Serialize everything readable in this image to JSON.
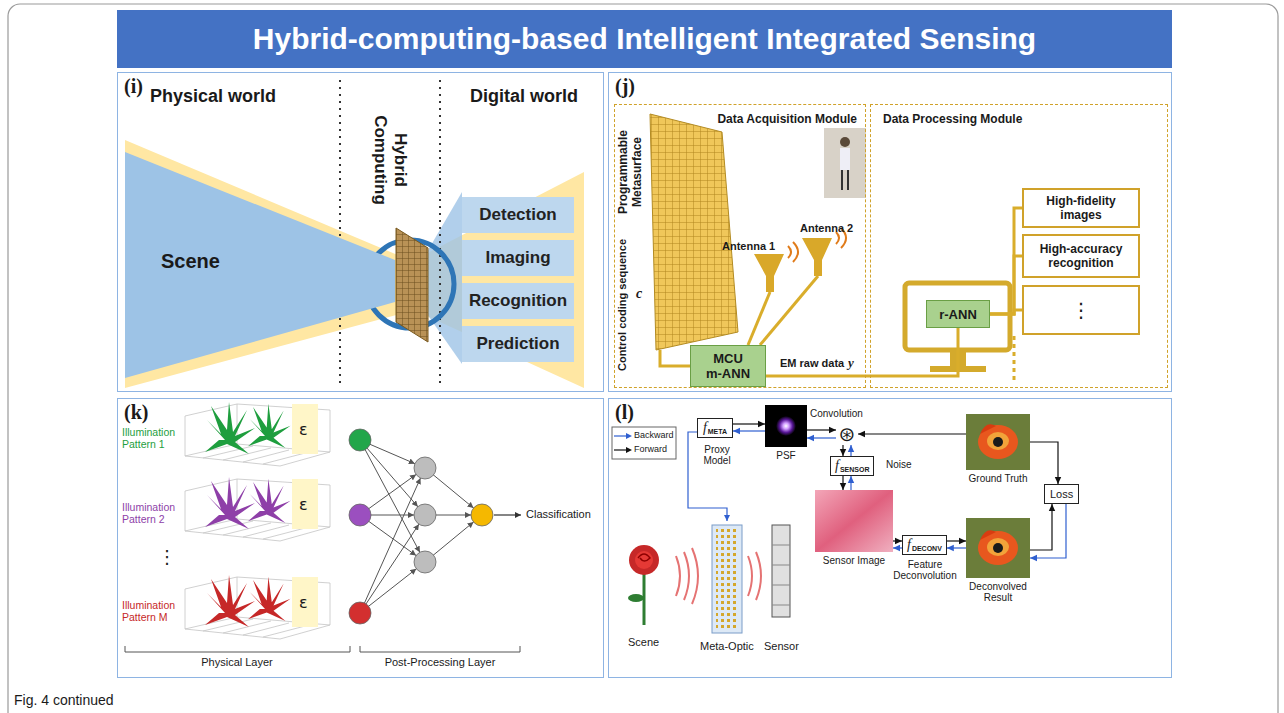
{
  "diagram": {
    "title": "Hybrid-computing-based Intelligent Integrated Sensing",
    "caption": "Fig. 4 continued",
    "nodes": [
      {
        "text": [
          "(i)"
        ]
      },
      {
        "text": [
          "Scene"
        ],
        "in": 0
      },
      {
        "text": [
          "Detection"
        ],
        "in": 0
      },
      {
        "text": [
          "Imaging"
        ],
        "in": 0
      },
      {
        "text": [
          "Recognition"
        ],
        "in": 0
      },
      {
        "text": [
          "Prediction"
        ],
        "in": 0
      },
      {
        "text": [
          "(j)"
        ]
      },
      {
        "text": [
          "Data Acquisition Module"
        ],
        "in": 6
      },
      {
        "text": [
          "Programmable Metasurface"
        ],
        "in": 7
      },
      {
        "text": [
          "MCU",
          "m-ANN"
        ],
        "in": 7
      },
      {
        "text": [
          "Data Processing Module"
        ],
        "in": 6
      },
      {
        "text": [
          "r-ANN"
        ],
        "in": 10
      },
      {
        "text": [
          "High-fidelity images"
        ],
        "in": 10
      },
      {
        "text": [
          "High-accuracy recognition"
        ],
        "in": 10
      },
      {
        "text": [
          "⋮"
        ],
        "in": 10
      },
      {
        "text": [
          "(k)"
        ]
      },
      {
        "text": [
          "(l)"
        ]
      },
      {
        "text": [
          "f",
          "META"
        ],
        "in": 16
      },
      {
        "text": [
          "PSF"
        ],
        "in": 16
      },
      {
        "text": [
          "⊛"
        ],
        "in": 16
      },
      {
        "text": [
          "Ground Truth"
        ],
        "in": 16
      },
      {
        "text": [
          "f",
          "SENSOR"
        ],
        "in": 16
      },
      {
        "text": [
          "Sensor Image"
        ],
        "in": 16
      },
      {
        "text": [
          "f",
          "DECONV"
        ],
        "in": 16
      },
      {
        "text": [
          "Deconvolved Result"
        ],
        "in": 16
      },
      {
        "text": [
          "Loss"
        ],
        "in": 16
      }
    ],
    "edges": [
      {
        "from": 9,
        "to": 8,
        "arrow": "none"
      },
      {
        "from": 9,
        "to": 11,
        "label": "EM raw data",
        "arrow": "none"
      },
      {
        "from": 11,
        "to": 12,
        "arrow": "none"
      },
      {
        "from": 11,
        "to": 13,
        "arrow": "none"
      },
      {
        "from": 11,
        "to": 14,
        "arrow": "none"
      },
      {
        "from": 17,
        "to": 18,
        "arrow": "to"
      },
      {
        "from": 18,
        "to": 17,
        "arrow": "to"
      },
      {
        "from": 18,
        "to": 19,
        "arrow": "to"
      },
      {
        "from": 19,
        "to": 18,
        "arrow": "to"
      },
      {
        "from": 20,
        "to": 19,
        "arrow": "to"
      },
      {
        "from": 19,
        "to": 21,
        "arrow": "to"
      },
      {
        "from": 21,
        "to": 19,
        "arrow": "to"
      },
      {
        "from": 21,
        "to": 22,
        "arrow": "to"
      },
      {
        "from": 22,
        "to": 21,
        "arrow": "to"
      },
      {
        "from": 22,
        "to": 23,
        "arrow": "to"
      },
      {
        "from": 23,
        "to": 22,
        "arrow": "to"
      },
      {
        "from": 23,
        "to": 24,
        "arrow": "to"
      },
      {
        "from": 24,
        "to": 23,
        "arrow": "to"
      },
      {
        "from": 20,
        "to": 25,
        "arrow": "to"
      },
      {
        "from": 24,
        "to": 25,
        "arrow": "to"
      },
      {
        "from": 25,
        "to": 24,
        "arrow": "to"
      }
    ],
    "labels": [
      "Physical world",
      "Hybrid Computing",
      "Digital world",
      "Control coding sequence",
      "c",
      "Antenna 1",
      "Antenna 2",
      "y",
      "Illumination Pattern 1",
      "ε",
      "Illumination Pattern 2",
      "ε",
      "⋮",
      "Illumination Pattern M",
      "ε",
      "Classification",
      "Physical Layer",
      "Post-Processing Layer",
      "Proxy Model",
      "Convolution",
      "Noise",
      "Feature Deconvolution",
      "Scene",
      "Meta-Optic",
      "Sensor"
    ],
    "legend": [
      {
        "text": "Backward"
      },
      {
        "text": "Forward"
      }
    ]
  }
}
